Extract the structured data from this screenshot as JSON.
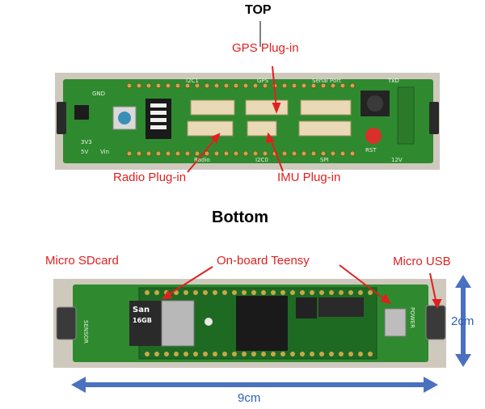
{
  "titles": {
    "top": "TOP",
    "bottom": "Bottom"
  },
  "callouts": {
    "gps": "GPS Plug-in",
    "radio": "Radio Plug-in",
    "imu": "IMU Plug-in",
    "sdcard": "Micro SDcard",
    "teensy": "On-board Teensy",
    "usb": "Micro USB"
  },
  "dimensions": {
    "width": "9cm",
    "height": "2cm"
  },
  "silkscreen_top": {
    "i2c1": "I2C1",
    "gps": "GPS",
    "serial_port": "Serial Port",
    "txd": "TxD",
    "gnd": "GND",
    "v33": "3V3",
    "v5": "5V",
    "vin": "Vin",
    "radio": "Radio",
    "i2c0": "I2C0",
    "spi": "SPI",
    "v12": "12V",
    "rst": "RST"
  },
  "silkscreen_bottom": {
    "sensor": "SENSOR",
    "power": "POWER",
    "sd_brand": "San",
    "sd_size": "16GB"
  },
  "colors": {
    "callout": "#e02020",
    "dimension": "#2f5fb0",
    "pcb": "#2f8a2f",
    "pcb_dark": "#1f6a22"
  }
}
